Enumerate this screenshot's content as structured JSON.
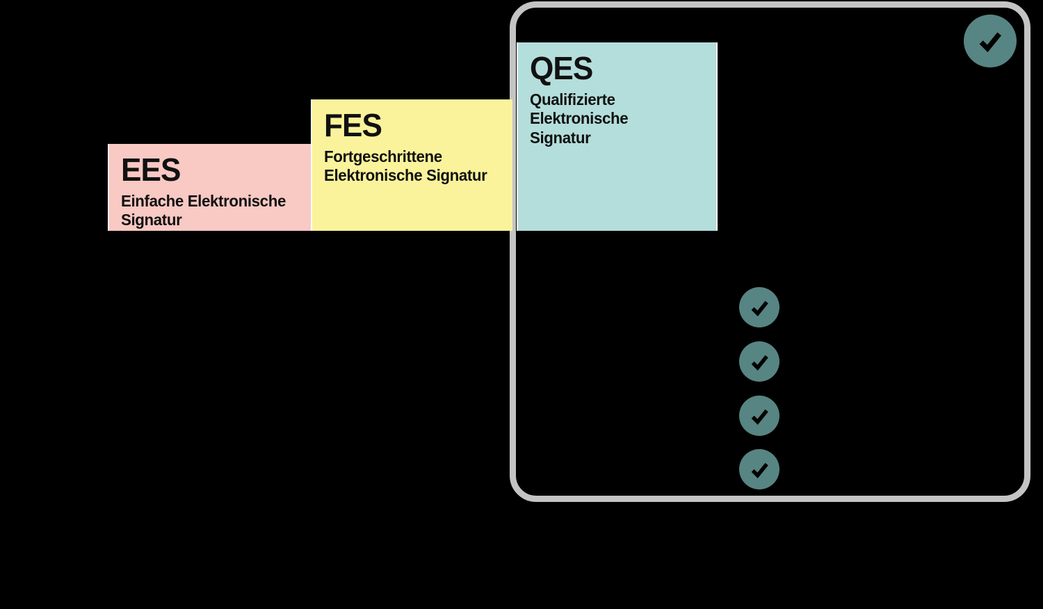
{
  "canvas": {
    "background_color": "#000000",
    "text_color": "#111111"
  },
  "diagram": {
    "steps": [
      {
        "abbr": "EES",
        "name_lines": [
          "Einfache Elektronische",
          "Signatur"
        ],
        "color": "#f9c9c4"
      },
      {
        "abbr": "FES",
        "name_lines": [
          "Fortgeschrittene",
          "Elektronische Signatur"
        ],
        "color": "#faf39b"
      },
      {
        "abbr": "QES",
        "name_lines": [
          "Qualifizierte Elektronische",
          "Signatur"
        ],
        "color": "#b4dedb"
      }
    ],
    "panel": {
      "border_color": "#c4c4c4",
      "badge": {
        "icon": "checkmark",
        "color": "#578583"
      },
      "checklist": [
        {
          "icon": "checkmark",
          "color": "#578583"
        },
        {
          "icon": "checkmark",
          "color": "#578583"
        },
        {
          "icon": "checkmark",
          "color": "#578583"
        },
        {
          "icon": "checkmark",
          "color": "#578583"
        }
      ]
    }
  }
}
